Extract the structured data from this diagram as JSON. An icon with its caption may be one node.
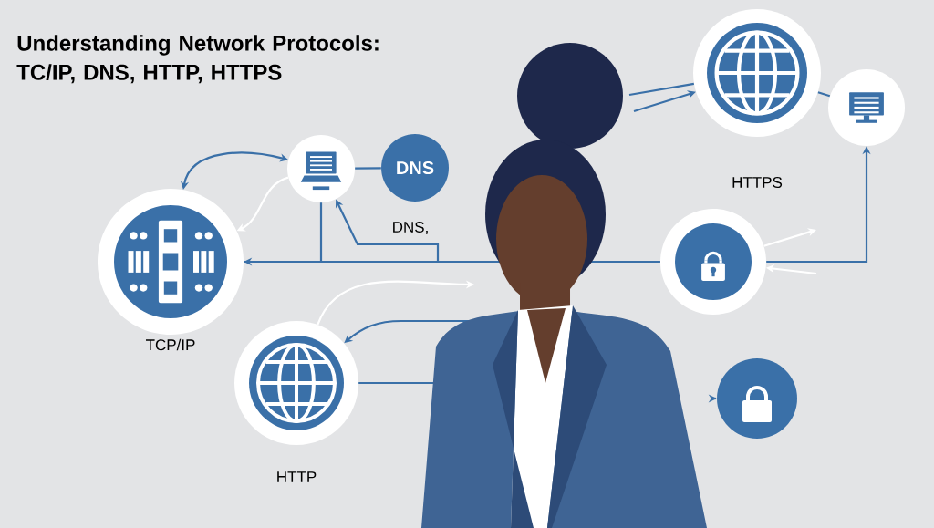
{
  "diagram": {
    "title": "Understanding Network Protocols: TC/IP, DNS, HTTP, HTTPS",
    "nodes": [
      {
        "text": [
          "TCP/IP"
        ]
      },
      {
        "text": [],
        "shape": "circle"
      },
      {
        "text": [
          "DNS"
        ],
        "beside": [
          "DNS,"
        ]
      },
      {
        "text": [
          "HTTPS"
        ]
      },
      {
        "text": [],
        "shape": "circle"
      },
      {
        "text": [],
        "shape": "circle"
      },
      {
        "text": [
          "HTTP"
        ]
      },
      {
        "text": [],
        "shape": "circle"
      }
    ],
    "edges": [
      {
        "from": 1,
        "to": 0,
        "arrow": "both"
      },
      {
        "from": 1,
        "to": 0,
        "arrow": "to",
        "color": "#ffffff"
      },
      {
        "from": 1,
        "to": 2,
        "arrow": "none"
      },
      {
        "from": 5,
        "to": 0,
        "arrow": "to"
      },
      {
        "from": 5,
        "to": 1,
        "arrow": "to"
      },
      {
        "from": 1,
        "to": 0,
        "arrow": "none"
      },
      {
        "from": null,
        "to": 3,
        "arrow": "to"
      },
      {
        "from": null,
        "to": 3,
        "arrow": "none"
      },
      {
        "from": 3,
        "to": 4,
        "arrow": "none"
      },
      {
        "from": 5,
        "to": 4,
        "arrow": "to"
      },
      {
        "from": null,
        "to": 5,
        "arrow": "to",
        "color": "#ffffff"
      },
      {
        "from": 5,
        "to": null,
        "arrow": "to",
        "color": "#ffffff"
      },
      {
        "from": 6,
        "to": null,
        "arrow": "to",
        "color": "#ffffff"
      },
      {
        "from": null,
        "to": 6,
        "arrow": "to"
      },
      {
        "from": 6,
        "to": null,
        "arrow": "none"
      },
      {
        "from": null,
        "to": 7,
        "arrow": "to"
      }
    ]
  }
}
